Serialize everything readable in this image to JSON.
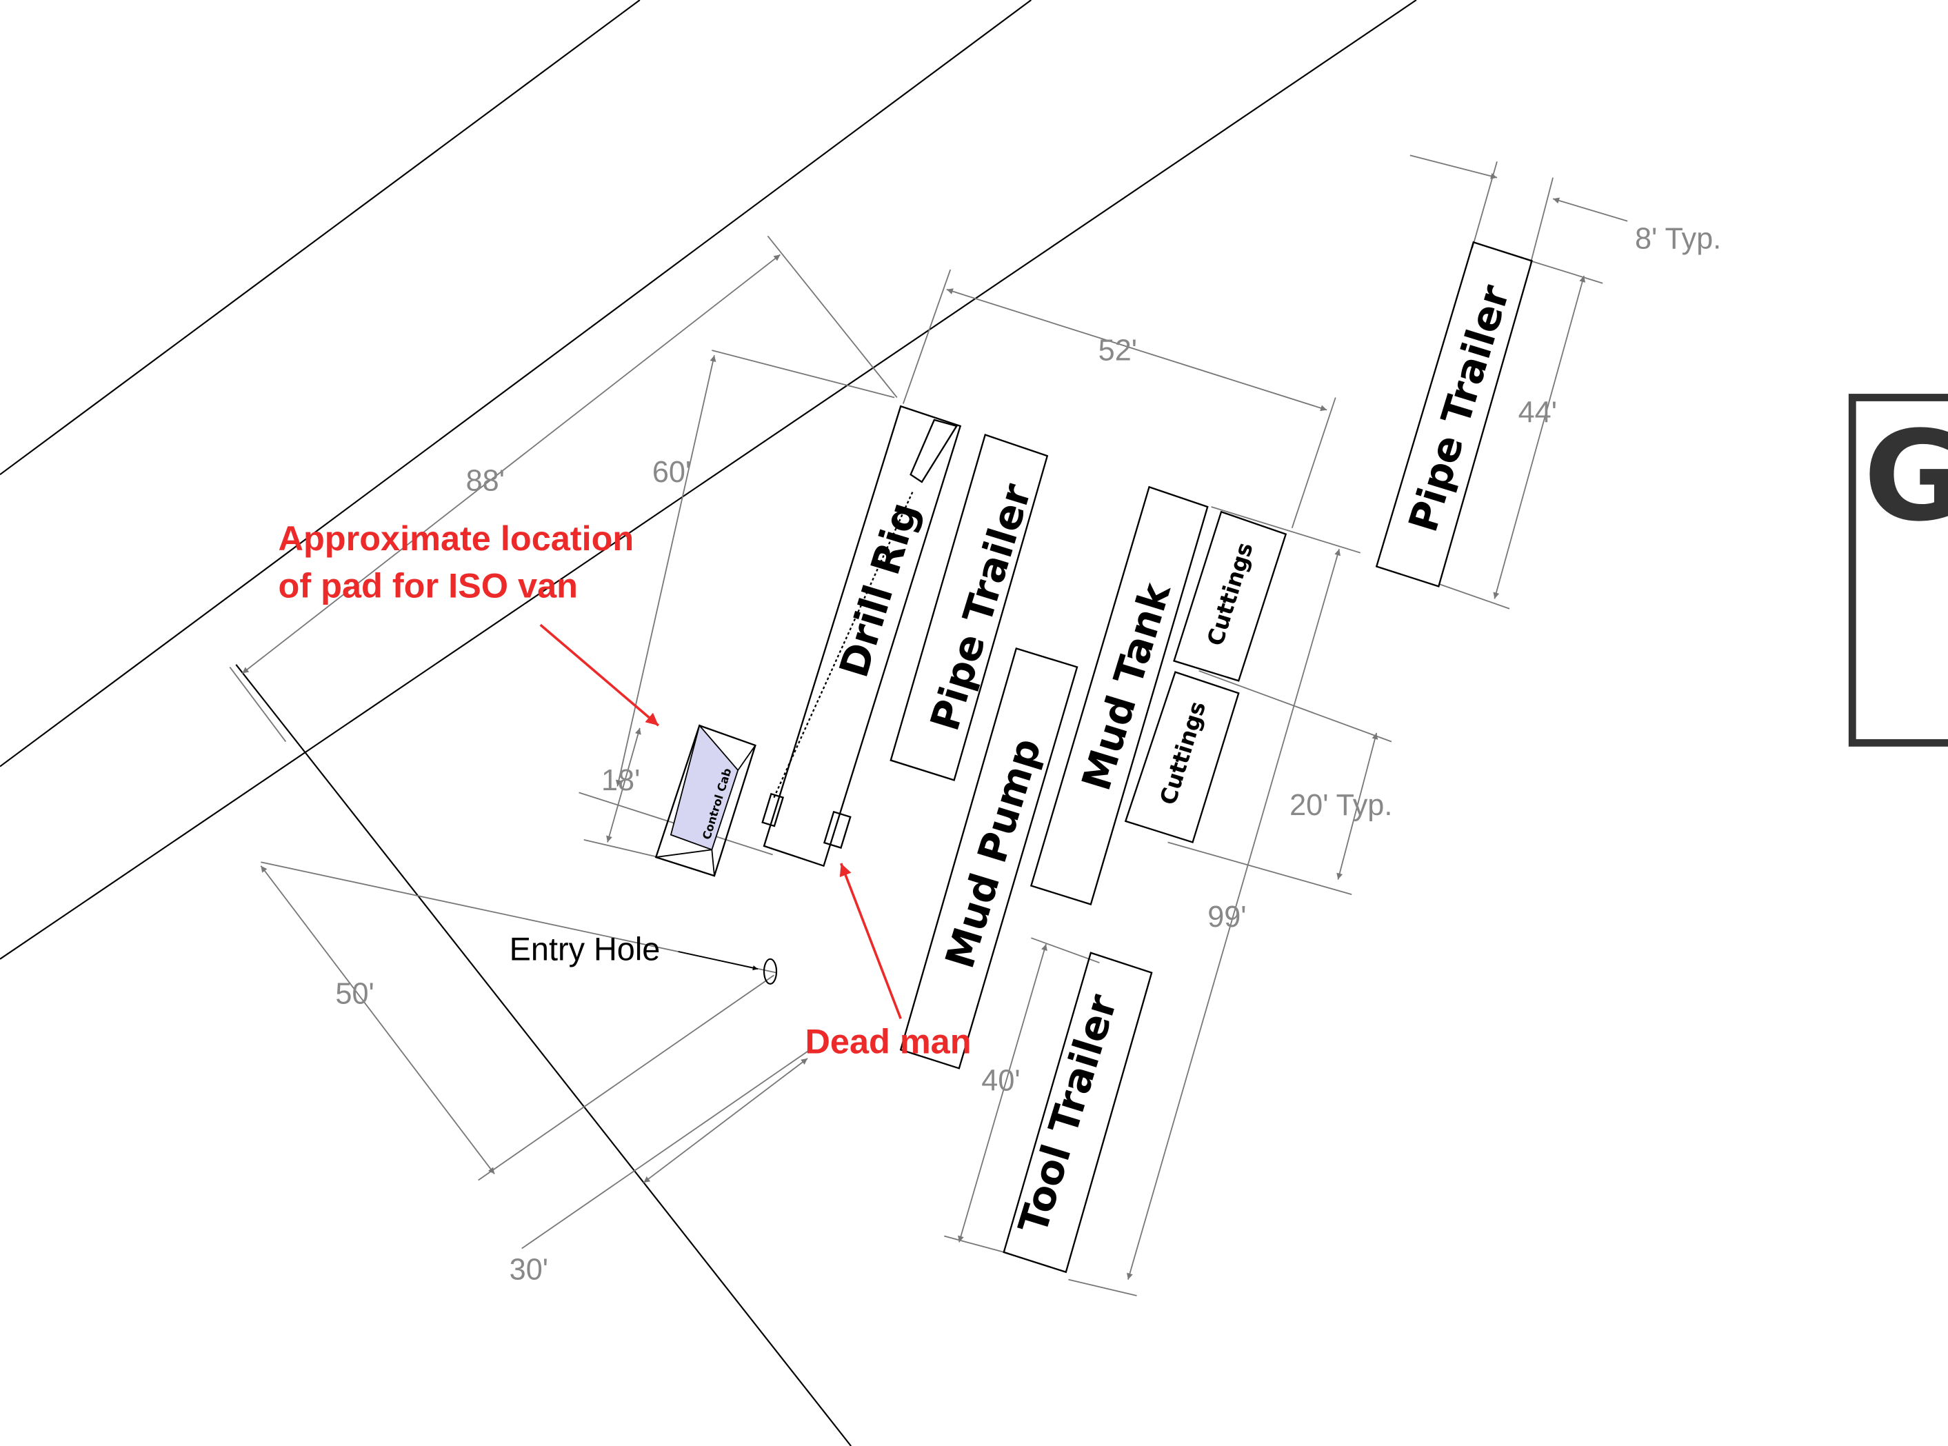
{
  "labels": {
    "drill_rig": "Drill Rig",
    "pipe_trailer_1": "Pipe Trailer",
    "pipe_trailer_2": "Pipe Trailer",
    "mud_pump": "Mud Pump",
    "mud_tank": "Mud Tank",
    "cuttings_1": "Cuttings",
    "cuttings_2": "Cuttings",
    "tool_trailer": "Tool Trailer",
    "control_cab": "Control Cab",
    "entry_hole": "Entry Hole",
    "title_block_letter": "G"
  },
  "dimensions": {
    "d88": "88'",
    "d60": "60'",
    "d18": "18'",
    "d52": "52'",
    "d8": "8' Typ.",
    "d44": "44'",
    "d20": "20' Typ.",
    "d99": "99'",
    "d50": "50'",
    "d30": "30'",
    "d40": "40'"
  },
  "annotations": {
    "iso_van_line1": "Approximate location",
    "iso_van_line2": "of pad for ISO van",
    "dead_man": "Dead man"
  },
  "colors": {
    "annotation": "#ec2a2a",
    "dimension": "#888888",
    "control_cab_fill": "#d6d6f2"
  }
}
